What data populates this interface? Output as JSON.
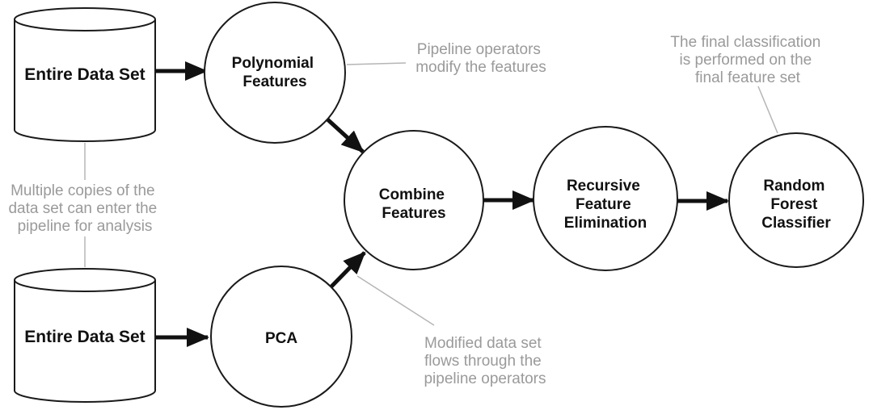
{
  "colors": {
    "background": "#ffffff",
    "shape_fill": "#ffffff",
    "shape_stroke": "#1a1a1a",
    "node_label": "#111111",
    "arrow": "#111111",
    "annotation_text": "#9a9a9a",
    "annotation_connector": "#b5b5b5"
  },
  "datastores": [
    {
      "label": "Entire Data Set"
    },
    {
      "label": "Entire Data Set"
    }
  ],
  "nodes": [
    {
      "label_lines": [
        "Polynomial",
        "Features"
      ]
    },
    {
      "label_lines": [
        "PCA"
      ]
    },
    {
      "label_lines": [
        "Combine",
        "Features"
      ]
    },
    {
      "label_lines": [
        "Recursive",
        "Feature",
        "Elimination"
      ]
    },
    {
      "label_lines": [
        "Random",
        "Forest",
        "Classifier"
      ]
    }
  ],
  "annotations": [
    {
      "lines": [
        "Pipeline operators",
        "modify the features"
      ]
    },
    {
      "lines": [
        "The final classification",
        "is performed on the",
        "final feature set"
      ]
    },
    {
      "lines": [
        "Multiple copies of the",
        "data set can enter the",
        "pipeline for analysis"
      ]
    },
    {
      "lines": [
        "Modified data set",
        "flows through the",
        "pipeline operators"
      ]
    }
  ]
}
